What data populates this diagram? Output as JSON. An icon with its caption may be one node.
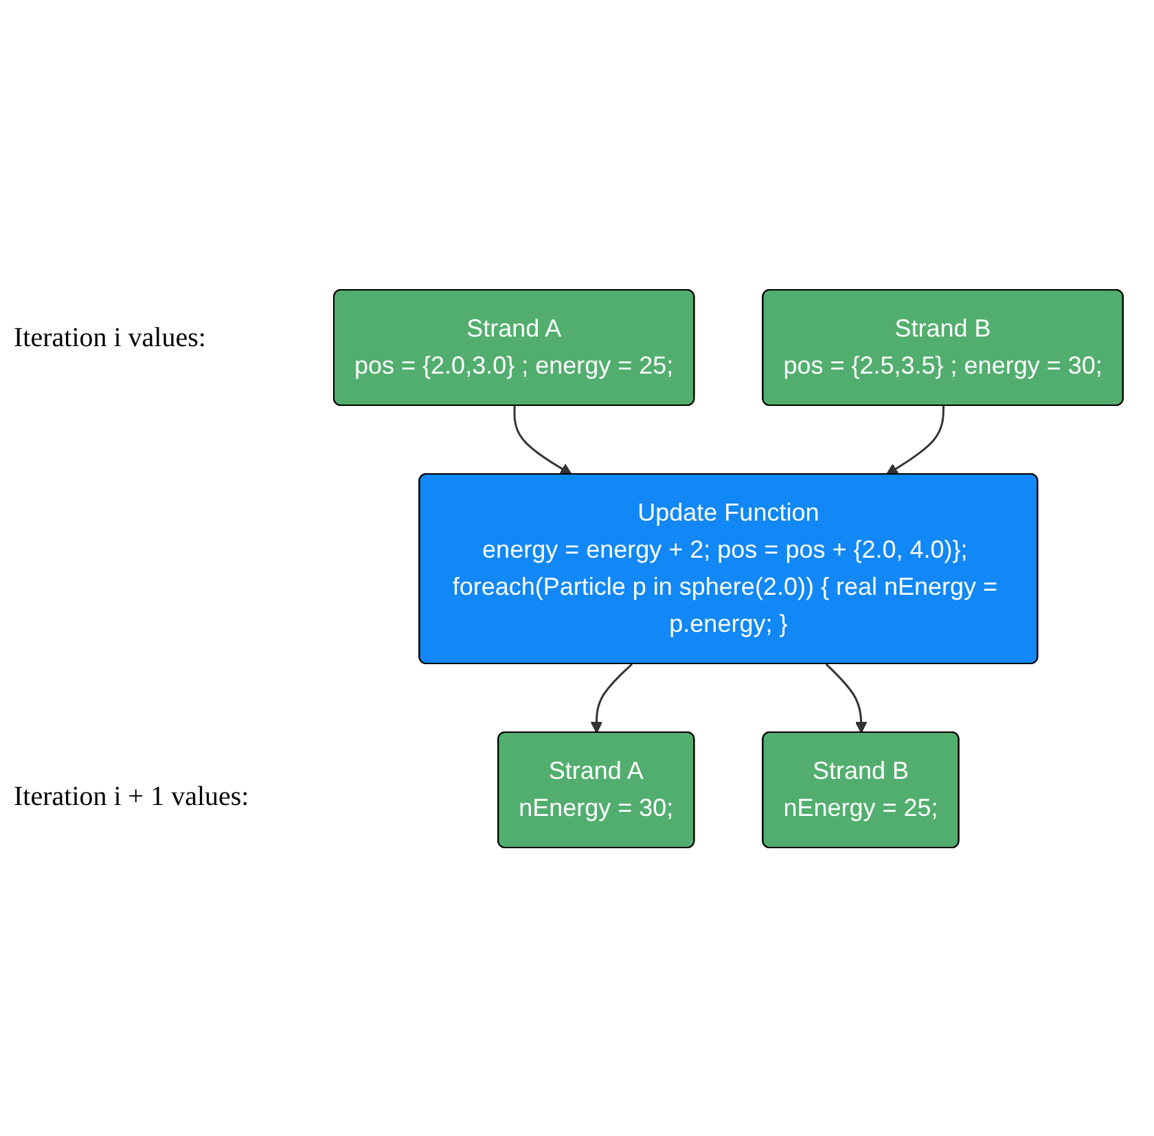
{
  "diagram": {
    "nodes": [
      {
        "text": [
          "Strand A",
          "pos = {2.0,3.0} ; energy = 25;"
        ]
      },
      {
        "text": [
          "Strand B",
          "pos = {2.5,3.5} ; energy = 30;"
        ]
      },
      {
        "text": [
          "Update Function",
          "energy = energy + 2; pos = pos + {2.0, 4.0)}; foreach(Particle p in sphere(2.0)) { real nEnergy = p.energy; }"
        ]
      },
      {
        "text": [
          "Strand A",
          "nEnergy = 30;"
        ]
      },
      {
        "text": [
          "Strand B",
          "nEnergy = 25;"
        ]
      }
    ],
    "edges": [
      {
        "from": 0,
        "to": 2,
        "arrow": "to"
      },
      {
        "from": 1,
        "to": 2,
        "arrow": "to"
      },
      {
        "from": 2,
        "to": 3,
        "arrow": "to"
      },
      {
        "from": 2,
        "to": 4,
        "arrow": "to"
      }
    ],
    "labels": [
      "Iteration i values:",
      "Iteration i + 1 values:"
    ]
  }
}
